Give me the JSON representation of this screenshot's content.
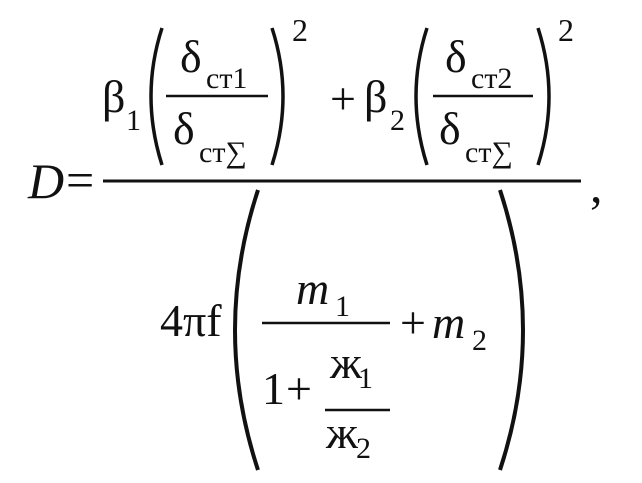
{
  "formula": {
    "lhs": "D",
    "eq": "=",
    "comma": ",",
    "numerator": {
      "term1": {
        "coef": "β",
        "coef_sub": "1",
        "frac_num": "δ",
        "frac_num_sub": "ст1",
        "frac_den": "δ",
        "frac_den_sub": "ст∑",
        "exponent": "2"
      },
      "plus": "+",
      "term2": {
        "coef": "β",
        "coef_sub": "2",
        "frac_num": "δ",
        "frac_num_sub": "ст2",
        "frac_den": "δ",
        "frac_den_sub": "ст∑",
        "exponent": "2"
      }
    },
    "denominator": {
      "prefix": "4πf",
      "m1": "m",
      "m1_sub": "1",
      "one": "1",
      "plus1": "+",
      "zh1": "ж",
      "zh1_sub": "1",
      "zh2": "ж",
      "zh2_sub": "2",
      "plus2": "+",
      "m2": "m",
      "m2_sub": "2"
    }
  }
}
